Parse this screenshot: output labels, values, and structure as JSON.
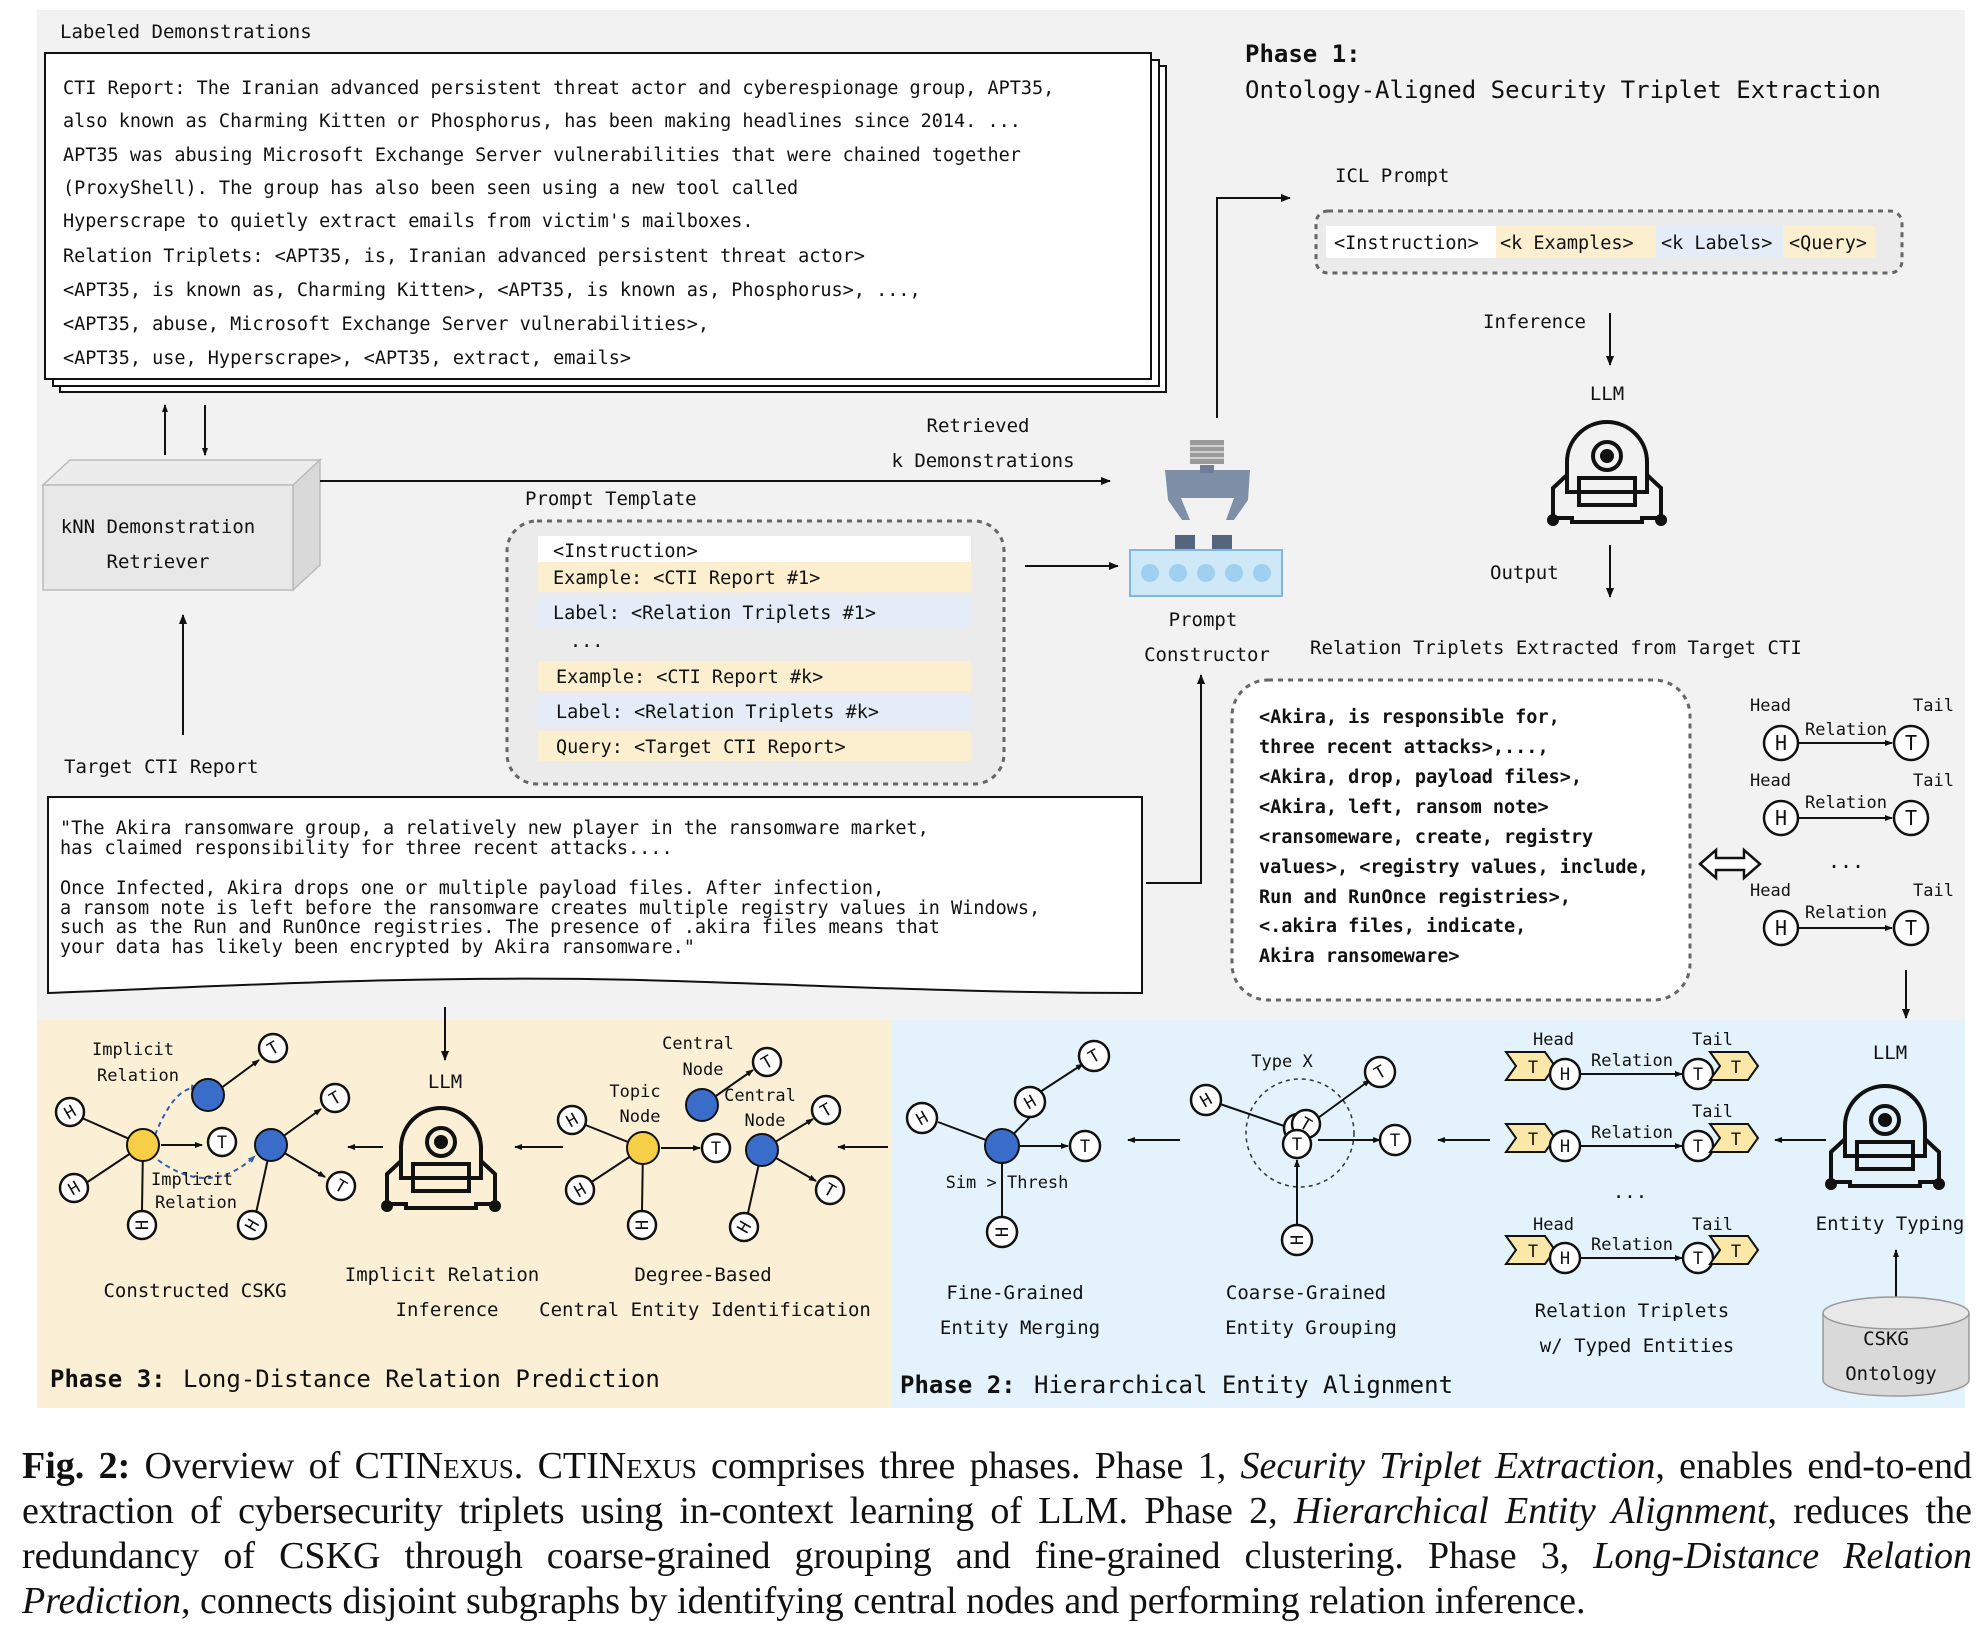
{
  "phase1": {
    "label": "Phase 1:",
    "title": "Ontology-Aligned Security Triplet Extraction"
  },
  "labeled_demos": {
    "title": "Labeled Demonstrations",
    "lines": [
      "CTI Report: The Iranian advanced persistent threat actor and cyberespionage group, APT35,",
      "also known as Charming Kitten or Phosphorus, has been making headlines since 2014. ...",
      "APT35 was abusing Microsoft Exchange Server vulnerabilities that were chained together",
      "(ProxyShell). The group has also been seen using a new tool called",
      "Hyperscrape to quietly extract emails from victim's mailboxes.",
      "Relation Triplets: <APT35, is, Iranian advanced persistent threat actor>",
      "<APT35, is known as, Charming Kitten>, <APT35, is known as, Phosphorus>, ...,",
      "<APT35, abuse, Microsoft Exchange Server vulnerabilities>,",
      "<APT35, use, Hyperscrape>, <APT35, extract, emails>"
    ]
  },
  "knn": {
    "line1": "kNN Demonstration",
    "line2": "Retriever"
  },
  "retrieved": {
    "line1": "Retrieved",
    "line2": "k Demonstrations"
  },
  "prompt_template": {
    "title": "Prompt Template",
    "rows": [
      "<Instruction>",
      "Example: <CTI Report #1>",
      "Label: <Relation Triplets #1>",
      "...",
      "Example: <CTI Report #k>",
      "Label: <Relation Triplets #k>",
      "Query: <Target CTI Report>"
    ]
  },
  "prompt_constructor": {
    "line1": "Prompt",
    "line2": "Constructor"
  },
  "icl": {
    "title": "ICL Prompt",
    "parts": [
      "<Instruction>",
      "<k Examples>",
      "<k Labels>",
      "<Query>"
    ],
    "inference": "Inference",
    "llm": "LLM",
    "output": "Output"
  },
  "extracted": {
    "title": "Relation Triplets Extracted from Target CTI",
    "lines": [
      "<Akira, is responsible for,",
      "three recent attacks>,...,",
      "<Akira, drop, payload files>,",
      "<Akira, left, ransom note>",
      "<ransomeware, create, registry",
      "values>, <registry values, include,",
      "Run and RunOnce registries>,",
      "<.akira files, indicate,",
      "Akira ransomeware>"
    ]
  },
  "hrt": {
    "head": "Head",
    "tail": "Tail",
    "relation": "Relation",
    "h": "H",
    "t": "T",
    "dots": "..."
  },
  "target": {
    "title": "Target CTI Report",
    "lines": [
      "\"The Akira ransomware group, a relatively new player in the ransomware market,",
      "has claimed responsibility for three recent attacks....",
      "Once Infected,  Akira drops one or multiple payload files. After infection,",
      "a ransom note is left before the ransomware creates multiple registry values in Windows,",
      "such as the Run and RunOnce registries. The presence of .akira files means that",
      "your data has likely been encrypted by Akira ransomware.\""
    ]
  },
  "phase3": {
    "label": "Phase 3:",
    "title": "Long-Distance Relation Prediction",
    "implicit_relation": [
      "Implicit",
      "Relation"
    ],
    "implicit_relation2": [
      "Implicit",
      "Relation"
    ],
    "constructed": "Constructed CSKG",
    "llm": "LLM",
    "implicit_inference": [
      "Implicit Relation",
      "Inference"
    ],
    "topic_node": [
      "Topic",
      "Node"
    ],
    "central_node1": [
      "Central",
      "Node"
    ],
    "central_node2": [
      "Central",
      "Node"
    ],
    "degree_based": [
      "Degree-Based",
      "Central Entity Identification"
    ]
  },
  "phase2": {
    "label": "Phase 2:",
    "title": "Hierarchical Entity Alignment",
    "sim": "Sim > Thresh",
    "fine": [
      "Fine-Grained",
      "Entity Merging"
    ],
    "type_x": "Type X",
    "coarse": [
      "Coarse-Grained",
      "Entity Grouping"
    ],
    "typed": [
      "Relation Triplets",
      "w/ Typed Entities"
    ],
    "llm": "LLM",
    "entity_typing": "Entity Typing",
    "ontology": [
      "CSKG",
      "Ontology"
    ]
  },
  "caption": {
    "fig": "Fig. 2:",
    "overview": "Overview of",
    "name_a": "CTIN",
    "name_b": "EXUS",
    "t1": ". ",
    "t2": " comprises three phases. Phase 1, ",
    "p1": "Security Triplet Extraction",
    "t3": ", enables end-to-end extraction of cybersecurity triplets using in-context learning of LLM. Phase 2, ",
    "p2": "Hierarchical Entity Alignment",
    "t4": ", reduces the redundancy of CSKG through coarse-grained grouping and fine-grained clustering. Phase 3, ",
    "p3": "Long-Distance Relation Prediction",
    "t5": ", connects disjoint subgraphs by identifying central nodes and performing relation inference."
  },
  "colors": {
    "panel_top": "#f2f2f2",
    "phase3_bg": "#fbf0d6",
    "phase2_bg": "#e3f2fb",
    "example_row": "#fcefd0",
    "label_row": "#e4edf7",
    "node_yellow": "#f6cf47",
    "node_blue": "#3a6cc9",
    "tag_yellow": "#fbe8a8",
    "constructor_blue": "#9fd0f0"
  }
}
